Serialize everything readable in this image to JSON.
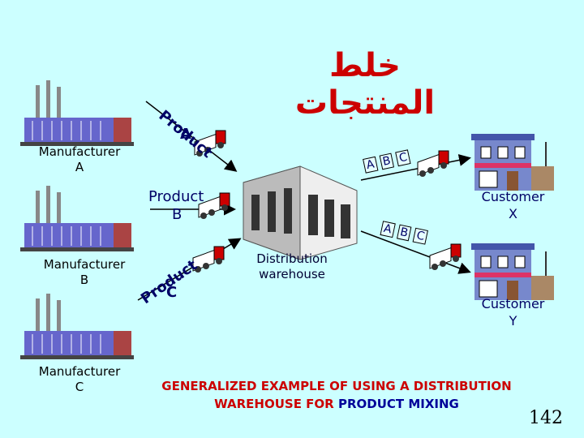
{
  "title": "خلط المنتجات",
  "manufacturers": [
    {
      "line1": "Manufacturer",
      "line2": "A"
    },
    {
      "line1": "Manufacturer",
      "line2": "B"
    },
    {
      "line1": "Manufacturer",
      "line2": "C"
    }
  ],
  "truck_a": {
    "text": "Product",
    "letter": "A"
  },
  "truck_b": {
    "text": "Product",
    "letter": "B"
  },
  "truck_c": {
    "text": "Product",
    "letter": "C"
  },
  "warehouse": {
    "line1": "Distribution",
    "line2": "warehouse"
  },
  "customers": [
    {
      "line1": "Customer",
      "line2": "X"
    },
    {
      "line1": "Customer",
      "line2": "Y"
    }
  ],
  "mixed_load": [
    "A",
    "B",
    "C"
  ],
  "caption": {
    "line1": "GENERALIZED EXAMPLE OF USING A DISTRIBUTION",
    "line2a": "WAREHOUSE FOR",
    "line2b": "PRODUCT MIXING"
  },
  "page_number": "142",
  "colors": {
    "background": "#ccffff",
    "title": "#cc0000",
    "caption": "#cc0000",
    "accent": "#000099"
  }
}
